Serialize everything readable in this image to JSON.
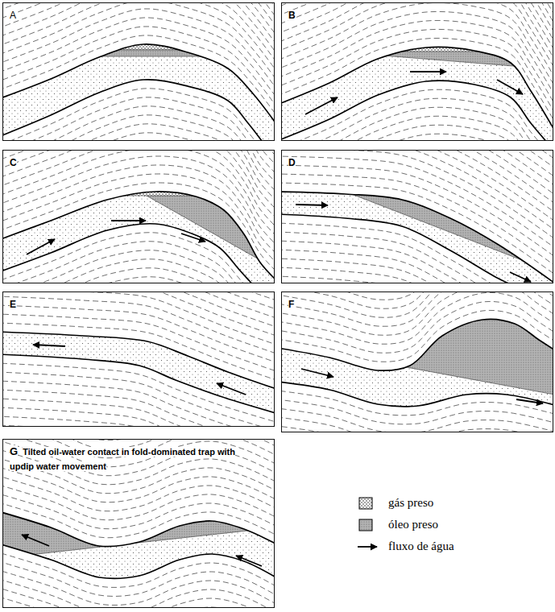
{
  "diagram": {
    "nodes": [
      {
        "text": [
          "A"
        ]
      },
      {
        "text": [
          "B"
        ]
      },
      {
        "text": [
          "C"
        ]
      },
      {
        "text": [
          "D"
        ]
      },
      {
        "text": [
          "E"
        ]
      },
      {
        "text": [
          "F"
        ]
      },
      {
        "text": [
          "G",
          "Tilted oil-water contact in fold-dominated trap with updip water movement"
        ]
      }
    ],
    "legend": [
      {
        "text": "gás preso"
      },
      {
        "text": "óleo preso"
      },
      {
        "text": "fluxo de água"
      }
    ]
  }
}
